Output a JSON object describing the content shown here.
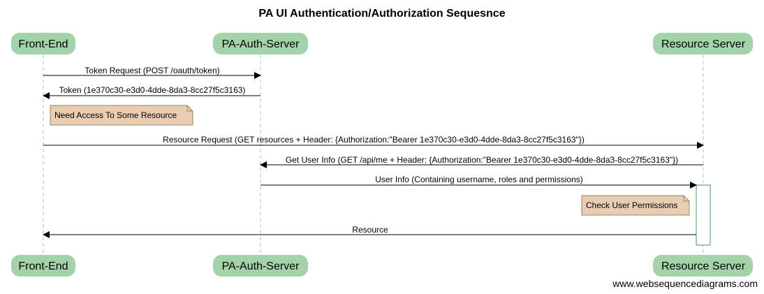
{
  "title": "PA UI Authentication/Authorization Sequesnce",
  "watermark": "www.websequencediagrams.com",
  "colors": {
    "participant_fill": "#a3d3a8",
    "note_fill": "#e8cdb2",
    "note_stroke": "#a08060",
    "activation_stroke": "#3aa04a",
    "lifeline": "#b8b8b8",
    "line": "#000000"
  },
  "participants": [
    {
      "id": "frontend",
      "label": "Front-End"
    },
    {
      "id": "authserver",
      "label": "PA-Auth-Server"
    },
    {
      "id": "resource",
      "label": "Resource Server"
    }
  ],
  "messages": [
    {
      "from": "frontend",
      "to": "authserver",
      "label": "Token Request (POST /oauth/token)"
    },
    {
      "from": "authserver",
      "to": "frontend",
      "label": "Token (1e370c30-e3d0-4dde-8da3-8cc27f5c3163)"
    },
    {
      "from": "frontend",
      "to": "resource",
      "label": "Resource Request (GET resources + Header: {Authorization:\"Bearer 1e370c30-e3d0-4dde-8da3-8cc27f5c3163\"})"
    },
    {
      "from": "resource",
      "to": "authserver",
      "label": "Get User Info (GET /api/me + Header: {Authorization:\"Bearer 1e370c30-e3d0-4dde-8da3-8cc27f5c3163\"})"
    },
    {
      "from": "authserver",
      "to": "resource",
      "label": "User Info (Containing username, roles and permissions)"
    },
    {
      "from": "resource",
      "to": "frontend",
      "label": "Resource"
    }
  ],
  "notes": [
    {
      "participant": "frontend",
      "label": "Need Access To Some Resource"
    },
    {
      "participant": "resource",
      "label": "Check User Permissions"
    }
  ]
}
